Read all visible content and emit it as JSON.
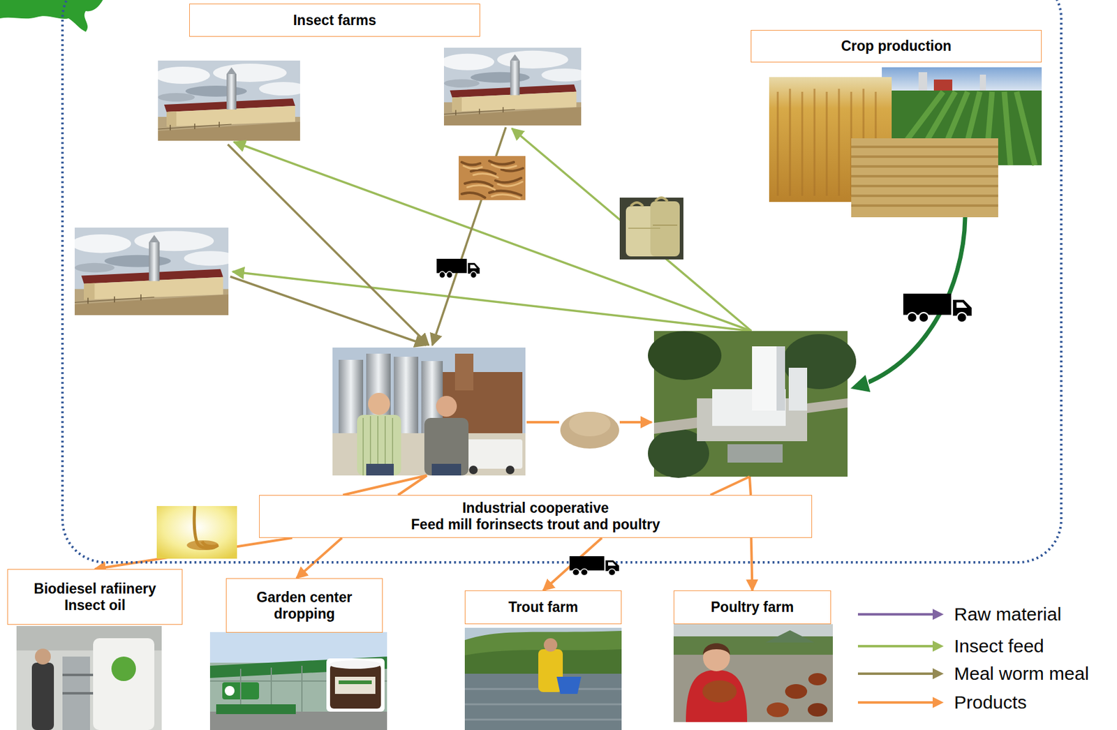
{
  "diagram": {
    "nodes": [
      {
        "text": [
          "Insect farms"
        ]
      },
      {
        "text": [
          "Crop production"
        ]
      },
      {
        "text": [
          "Industrial cooperative",
          "Feed mill forinsects trout and poultry"
        ]
      },
      {
        "text": [
          "Biodiesel rafiinery",
          "Insect oil"
        ]
      },
      {
        "text": [
          "Garden center dropping"
        ]
      },
      {
        "text": [
          "Trout farm"
        ]
      },
      {
        "text": [
          "Poultry farm"
        ]
      }
    ],
    "edges": [
      {
        "from": 2,
        "to": 3,
        "arrow": "to"
      },
      {
        "from": 2,
        "to": 4,
        "arrow": "to"
      },
      {
        "from": 2,
        "to": 5,
        "arrow": "to"
      },
      {
        "from": 2,
        "to": 6,
        "arrow": "to"
      }
    ],
    "legend": [
      {
        "text": "Raw material"
      },
      {
        "text": "Insect feed"
      },
      {
        "text": "Meal worm meal"
      },
      {
        "text": "Products"
      }
    ]
  }
}
